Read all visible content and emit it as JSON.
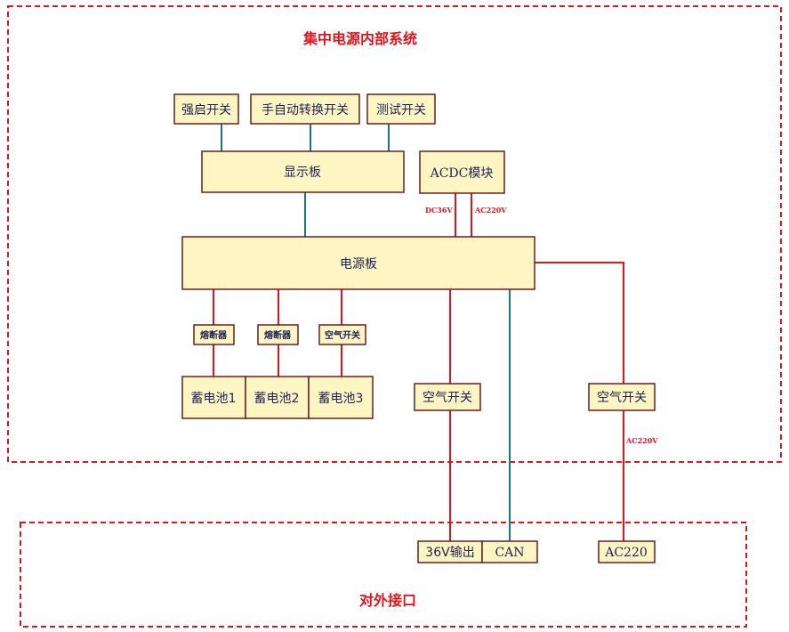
{
  "titles": {
    "internal_system": "集中电源内部系统",
    "external_interface": "对外接口"
  },
  "boxes": {
    "force_start_switch": "强启开关",
    "manual_auto_switch": "手自动转换开关",
    "test_switch": "测试开关",
    "display_board": "显示板",
    "acdc_module": "ACDC模块",
    "power_board": "电源板",
    "fuse_1": "熔断器",
    "fuse_2": "熔断器",
    "air_switch_small": "空气开关",
    "battery_1": "蓄电池1",
    "battery_2": "蓄电池2",
    "battery_3": "蓄电池3",
    "air_switch_mid": "空气开关",
    "air_switch_right": "空气开关",
    "output_36v": "36V输出",
    "can": "CAN",
    "ac220": "AC220"
  },
  "line_labels": {
    "dc36v": "DC36V",
    "ac220v_top": "AC220V",
    "ac220v_right": "AC220V"
  },
  "colors": {
    "frame": "#e2131b",
    "power_line": "#e2131b",
    "signal_line": "#157a78",
    "box_fill": "#fdf6c3",
    "box_border": "#6b1f1f"
  }
}
